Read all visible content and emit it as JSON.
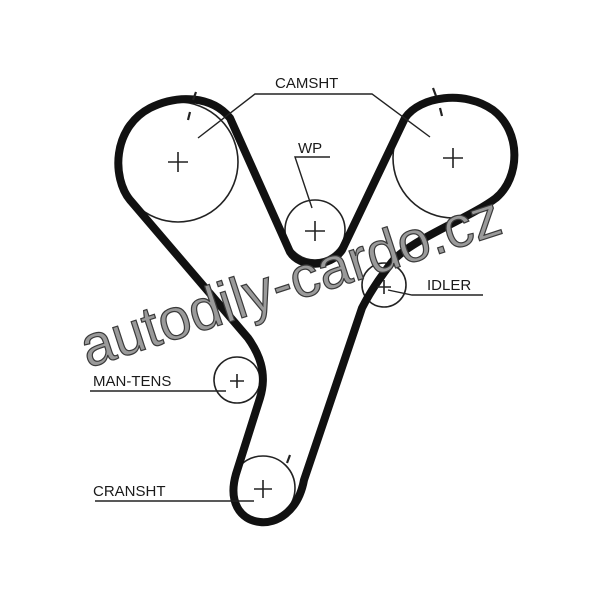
{
  "labels": {
    "camshaft": "CAMSHT",
    "water_pump": "WP",
    "idler": "IDLER",
    "manual_tensioner": "MAN-TENS",
    "crankshaft": "CRANSHT"
  },
  "watermark": "autodily-cardo.cz",
  "colors": {
    "belt": "#111111",
    "line": "#222222",
    "watermark_fill": "#9a9a9a"
  }
}
